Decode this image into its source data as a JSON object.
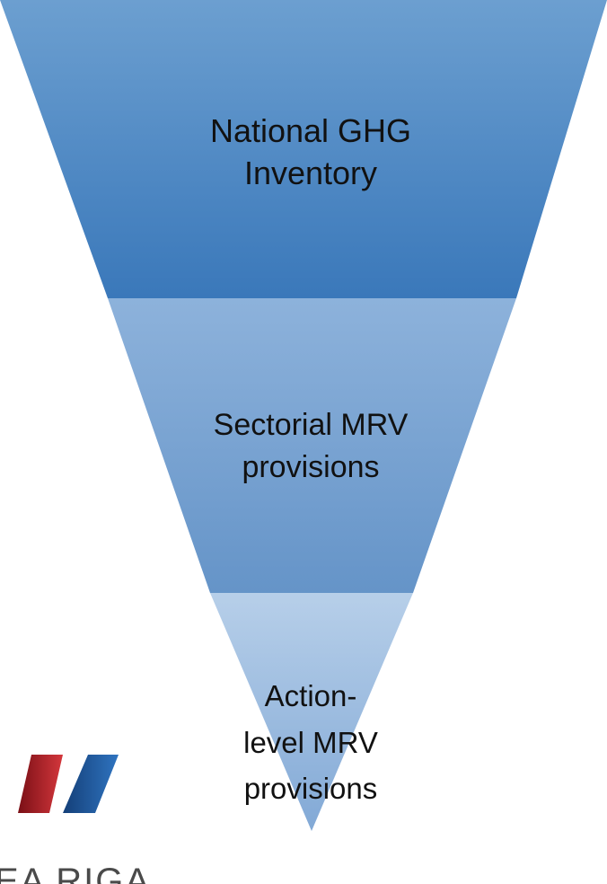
{
  "diagram": {
    "type": "inverted-funnel",
    "tiers": [
      {
        "lines": [
          "National GHG",
          "Inventory"
        ],
        "color_top": "#6c9fd0",
        "color_bottom": "#3a78ba"
      },
      {
        "lines": [
          "Sectorial MRV",
          "provisions"
        ],
        "color_top": "#8db2db",
        "color_bottom": "#6594c8"
      },
      {
        "lines": [
          "Action-",
          "level MRV",
          "provisions"
        ],
        "color_top": "#b7cfe9",
        "color_bottom": "#82a9d6"
      }
    ]
  },
  "logo": {
    "text": "EA RIGA",
    "colors": {
      "red": "#c1272d",
      "blue": "#1f5ea8"
    }
  }
}
